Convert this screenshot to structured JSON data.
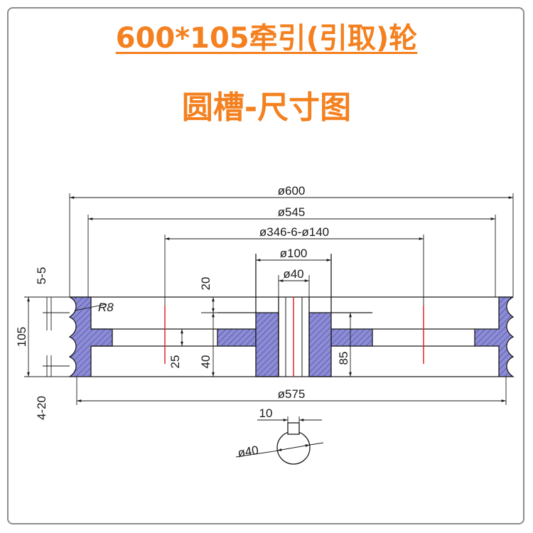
{
  "header": {
    "title": "600*105牵引(引取)轮",
    "subtitle": "圆槽-尺寸图"
  },
  "dimensions": {
    "overall_diameter": "ø600",
    "groove_diameter": "ø545",
    "bolt_circle": "ø346-6-ø140",
    "hub_diameter": "ø100",
    "bore_diameter": "ø40",
    "bottom_diameter": "ø575",
    "groove_pitch": "5-5",
    "groove_radius": "R8",
    "total_width": "105",
    "edge_groove": "4-20",
    "hub_offset": "20",
    "web_width": "25",
    "hub_step": "40",
    "hub_length": "85",
    "keyway_width": "10",
    "shaft_diameter": "ø40"
  },
  "colors": {
    "title": "#f4801f",
    "lines": "#1a1a1a",
    "hatch_fill": "#8c8cd6",
    "centerline": "#e0242a",
    "frame": "#8e8e8e"
  }
}
